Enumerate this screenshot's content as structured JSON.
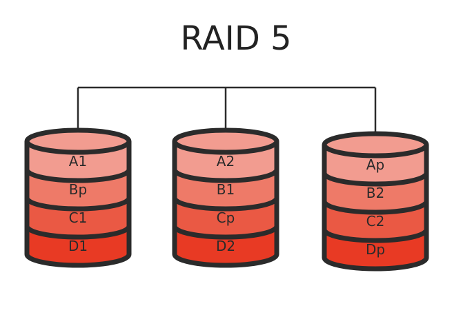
{
  "title": "RAID 5",
  "colors": {
    "outline": "#2b2b2b",
    "top": "#f29c90",
    "row1": "#f29c90",
    "row2": "#ee7a68",
    "row3": "#ea5944",
    "row4": "#e83a24",
    "bus": "#2b2b2b",
    "text": "#2a2a2a"
  },
  "disks": [
    {
      "blocks": [
        "A1",
        "Bp",
        "C1",
        "D1"
      ]
    },
    {
      "blocks": [
        "A2",
        "B1",
        "Cp",
        "D2"
      ]
    },
    {
      "blocks": [
        "Ap",
        "B2",
        "C2",
        "Dp"
      ]
    }
  ]
}
